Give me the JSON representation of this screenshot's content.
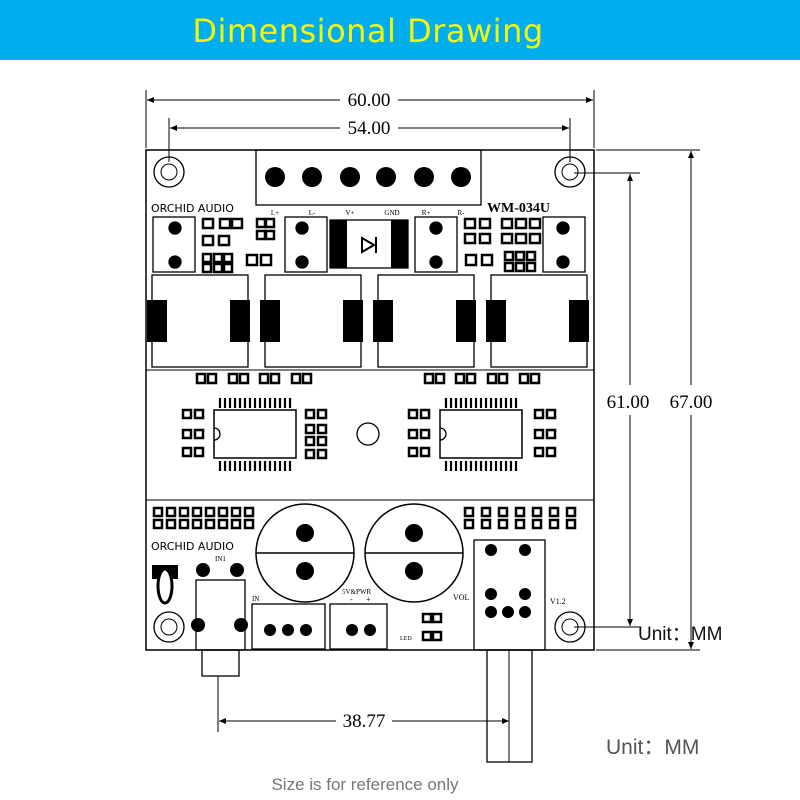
{
  "header": {
    "title": "Dimensional Drawing",
    "background": "#00aeef",
    "title_color": "#f5f50a"
  },
  "dimensions": {
    "overall_width": "60.00",
    "hole_spacing_width": "54.00",
    "hole_spacing_height": "61.00",
    "overall_height": "67.00",
    "knob_offset": "38.77"
  },
  "board": {
    "brand_top": "ORCHID AUDIO",
    "brand_bottom": "ORCHID AUDIO",
    "model": "WM-034U",
    "terminal_labels": [
      "L+",
      "L-",
      "V+",
      "GND",
      "R+",
      "R-"
    ],
    "in1_label": "IN1",
    "in_label": "IN",
    "power_label": "5V&PWR",
    "power_minus": "-",
    "power_plus": "+",
    "led_label": "LED",
    "vol_label": "VOL",
    "version_label": "V1.2"
  },
  "units": {
    "right": "Unit：MM",
    "bottom": "Unit：MM"
  },
  "footer": {
    "note": "Size is for reference only"
  }
}
